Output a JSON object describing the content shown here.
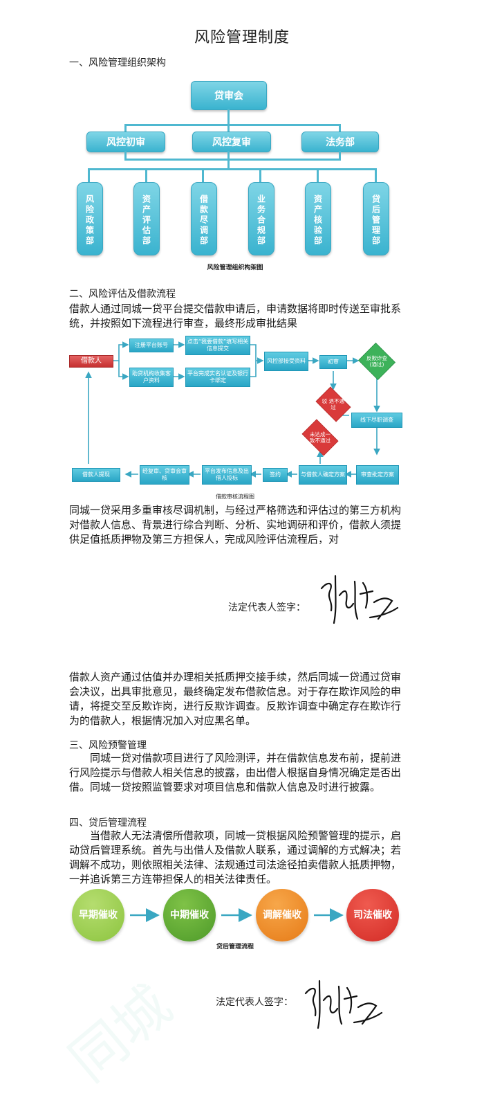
{
  "title": "风险管理制度",
  "section1": {
    "heading": "一、风险管理组织架构",
    "org": {
      "top": "贷审会",
      "mid": [
        "风控初审",
        "风控复审",
        "法务部"
      ],
      "bottom": [
        "风险政策部",
        "资产评估部",
        "借款尽调部",
        "业务合规部",
        "资产核验部",
        "贷后管理部"
      ]
    },
    "caption": "风险管理组织构架图"
  },
  "section2": {
    "heading": "二、风险评估及借款流程",
    "intro": "借款人通过同城一贷平台提交借款申请后，申请数据将即时传送至审批系统，并按照如下流程进行审查，最终形成审批结果",
    "flow": {
      "borrower": "借款人",
      "register": "注册平台账号",
      "click": "点击“我要借款”填写相关信息提交",
      "agency": "助贷机构收集客户资料",
      "verify": "平台完成实名认证及银行卡绑定",
      "risk_receive": "风控部接受资料",
      "first_review": "初审",
      "due_diligence_pass": "反欺诈查(通过)",
      "reject": "驳 退不通过",
      "offline_dd": "线下尽职调查",
      "not_agreed": "未达成一致不通过",
      "approve_plan": "审查批定方案",
      "negotiate": "与借款人确定方案",
      "sign": "签约",
      "publish": "平台发布信息及出借人投标",
      "final_review": "经复审、贷审会审核",
      "withdraw": "借款人提现"
    },
    "caption": "借款审核流程图",
    "para1": "同城一贷采用多重审核尽调机制，与经过严格筛选和评估过的第三方机构对借款人信息、背景进行综合判断、分析、实地调研和评价，借款人须提供足值抵质押物及第三方担保人，完成风险评估流程后，对",
    "para2": "借款人资产通过估值并办理相关抵质押交接手续，然后同城一贷通过贷审会决议，出具审批意见，最终确定发布借款信息。对于存在欺诈风险的申请，将提交至反欺诈岗，进行反欺诈调查。反欺诈调查中确定存在欺诈行为的借款人，根据情况加入对应黑名单。"
  },
  "signature_label": "法定代表人签字：",
  "section3": {
    "heading": "三、风险预警管理",
    "text": "同城一贷对借款项目进行了风险测评，并在借款信息发布前，提前进行风险提示与借款人相关信息的披露，由出借人根据自身情况确定是否出借。同城一贷按照监管要求对项目信息和借款人信息及时进行披露。"
  },
  "section4": {
    "heading": "四、贷后管理流程",
    "text": "当借款人无法清偿所借款项，同城一贷根据风险预警管理的提示，启动贷后管理系统。首先与出借人及借款人联系，通过调解的方式解决；若调解不成功，则依照相关法律、法规通过司法途径拍卖借款人抵质押物，一并追诉第三方连带担保人的相关法律责任。",
    "steps": [
      "早期催收",
      "中期催收",
      "调解催收",
      "司法催收"
    ],
    "step_colors": [
      "#8cc43f",
      "#5aa531",
      "#f08a24",
      "#e23a32"
    ],
    "caption": "贷后管理流程"
  }
}
